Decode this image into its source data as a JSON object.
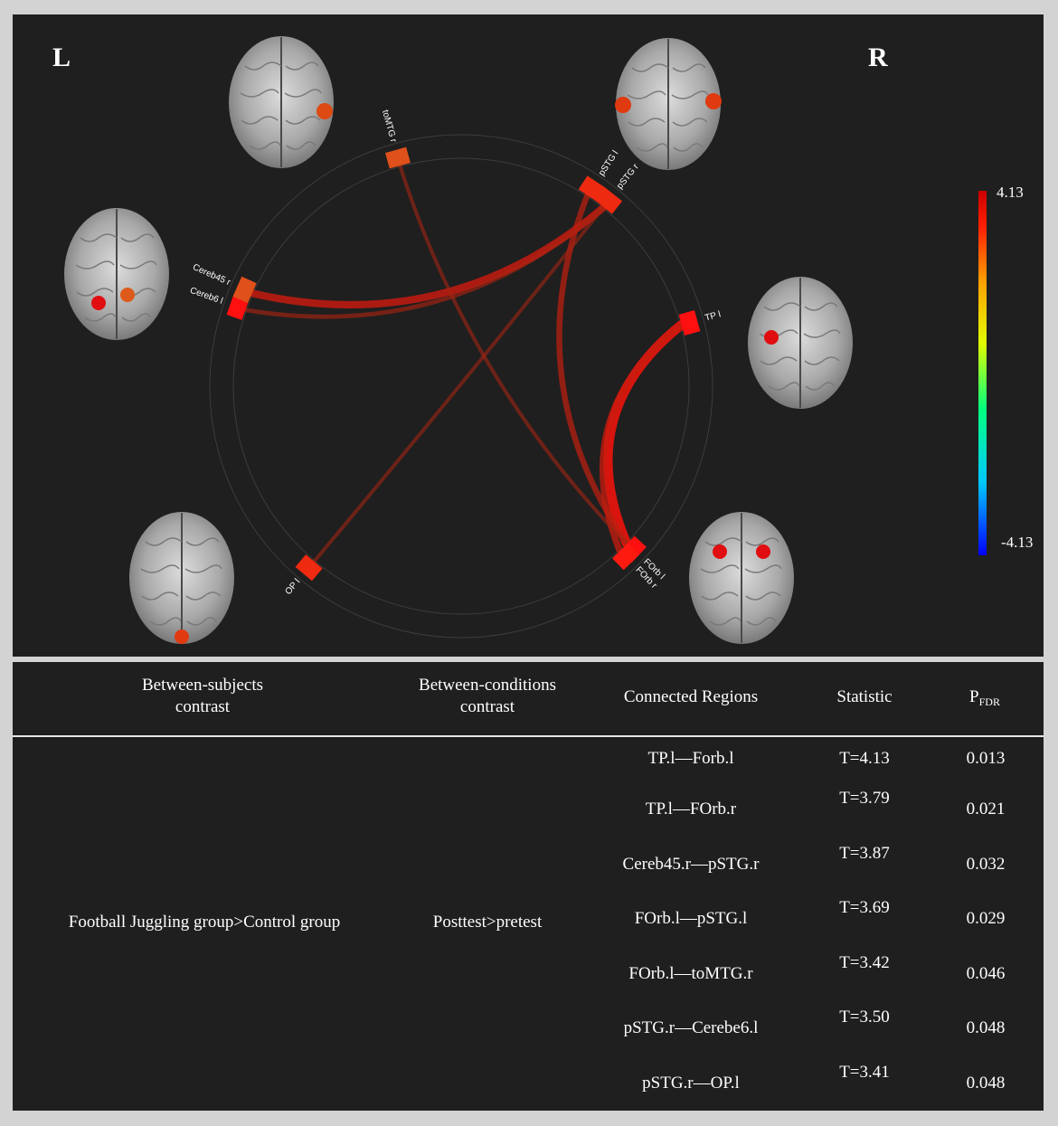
{
  "hemisphere_labels": {
    "left": "L",
    "right": "R"
  },
  "colorbar": {
    "max_label": "4.13",
    "min_label": "-4.13",
    "colors": [
      "#0000ff",
      "#00c8ff",
      "#00ff80",
      "#e0ff00",
      "#ffa000",
      "#ff2000",
      "#cc0000"
    ]
  },
  "nodes": [
    {
      "id": "toMTG.r",
      "label": "toMTG r",
      "color": "#e0501a"
    },
    {
      "id": "pSTG.l",
      "label": "pSTG l",
      "color": "#ee2a10"
    },
    {
      "id": "pSTG.r",
      "label": "pSTG r",
      "color": "#ee2a10"
    },
    {
      "id": "TP.l",
      "label": "TP l",
      "color": "#ff1010"
    },
    {
      "id": "FOrb.l",
      "label": "FOrb l",
      "color": "#ff1010"
    },
    {
      "id": "FOrb.r",
      "label": "FOrb r",
      "color": "#ff1a10"
    },
    {
      "id": "OP.l",
      "label": "OP l",
      "color": "#ee2a10"
    },
    {
      "id": "Cereb6.l",
      "label": "Cereb6 l",
      "color": "#ff1010"
    },
    {
      "id": "Cereb45.r",
      "label": "Cereb45 r",
      "color": "#e0501a"
    }
  ],
  "connections": [
    {
      "from": "TP.l",
      "to": "FOrb.l",
      "t": 4.13
    },
    {
      "from": "TP.l",
      "to": "FOrb.r",
      "t": 3.79
    },
    {
      "from": "Cereb45.r",
      "to": "pSTG.r",
      "t": 3.87
    },
    {
      "from": "FOrb.l",
      "to": "pSTG.l",
      "t": 3.69
    },
    {
      "from": "FOrb.l",
      "to": "toMTG.r",
      "t": 3.42
    },
    {
      "from": "pSTG.r",
      "to": "Cereb6.l",
      "t": 3.5
    },
    {
      "from": "pSTG.r",
      "to": "OP.l",
      "t": 3.41
    }
  ],
  "table": {
    "headers": {
      "between_subjects": [
        "Between-subjects",
        "contrast"
      ],
      "between_conditions": [
        "Between-conditions",
        "contrast"
      ],
      "regions": "Connected Regions",
      "statistic": "Statistic",
      "p_main": "P",
      "p_sub": "FDR"
    },
    "between_subjects_value": "Football Juggling  group>Control group",
    "between_conditions_value": "Posttest>pretest",
    "rows": [
      {
        "regions": "TP.l—Forb.l",
        "stat": "T=4.13",
        "p": "0.013"
      },
      {
        "regions": "TP.l—FOrb.r",
        "stat": "T=3.79",
        "p": "0.021"
      },
      {
        "regions": "Cereb45.r—pSTG.r",
        "stat": "T=3.87",
        "p": "0.032"
      },
      {
        "regions": "FOrb.l—pSTG.l",
        "stat": "T=3.69",
        "p": "0.029"
      },
      {
        "regions": "FOrb.l—toMTG.r",
        "stat": "T=3.42",
        "p": "0.046"
      },
      {
        "regions": "pSTG.r—Cerebe6.l",
        "stat": "T=3.50",
        "p": "0.048"
      },
      {
        "regions": "pSTG.r—OP.l",
        "stat": "T=3.41",
        "p": "0.048"
      }
    ]
  }
}
